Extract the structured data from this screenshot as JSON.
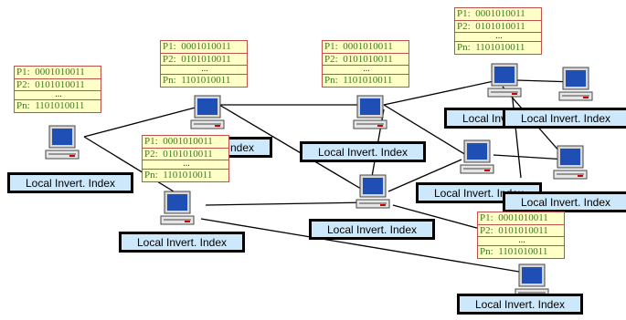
{
  "index_label": "Local Invert. Index",
  "peer_ids": {
    "p1": "P1:",
    "p2": "P2:",
    "pn": "Pn:"
  },
  "bit_values": {
    "v1": "0001010011",
    "v2": "0101010011",
    "vn": "1101010011"
  },
  "ellipsis": "...",
  "colors": {
    "index_fill": "#cde8fb",
    "card_fill": "#ffffc8",
    "card_border": "#c0504d",
    "card_text": "#3a7a1a",
    "screen": "#1f4fb5"
  },
  "icons": [
    "computer-icon"
  ]
}
